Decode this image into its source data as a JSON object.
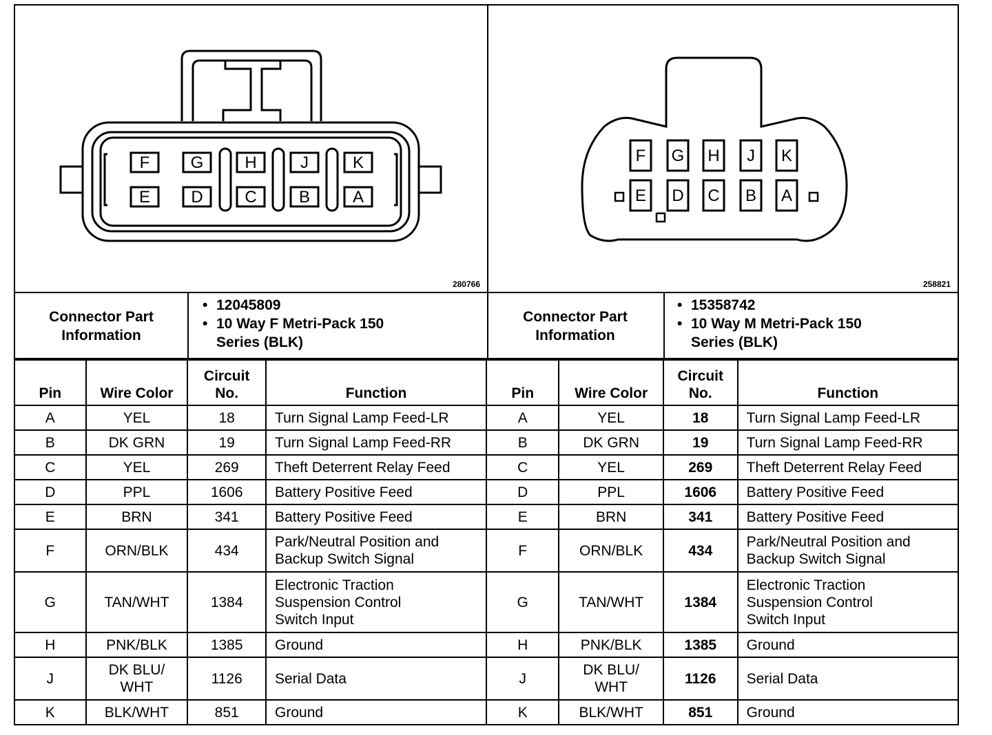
{
  "connectors": [
    {
      "figure_number": "280766",
      "part_info_label": "Connector Part Information",
      "part_info_items": [
        "12045809",
        "10 Way F Metri-Pack 150 Series (BLK)"
      ],
      "pin_labels_top": [
        "F",
        "G",
        "H",
        "J",
        "K"
      ],
      "pin_labels_bottom": [
        "E",
        "D",
        "C",
        "B",
        "A"
      ],
      "headers": {
        "pin": "Pin",
        "wire_color": "Wire Color",
        "circuit_line1": "Circuit",
        "circuit_line2": "No.",
        "function": "Function"
      },
      "rows": [
        {
          "pin": "A",
          "wire": "YEL",
          "circuit": "18",
          "function": [
            "Turn Signal Lamp Feed-LR"
          ]
        },
        {
          "pin": "B",
          "wire": "DK GRN",
          "circuit": "19",
          "function": [
            "Turn Signal Lamp Feed-RR"
          ]
        },
        {
          "pin": "C",
          "wire": "YEL",
          "circuit": "269",
          "function": [
            "Theft Deterrent Relay Feed"
          ]
        },
        {
          "pin": "D",
          "wire": "PPL",
          "circuit": "1606",
          "function": [
            "Battery Positive Feed"
          ]
        },
        {
          "pin": "E",
          "wire": "BRN",
          "circuit": "341",
          "function": [
            "Battery Positive Feed"
          ]
        },
        {
          "pin": "F",
          "wire": "ORN/BLK",
          "circuit": "434",
          "function": [
            "Park/Neutral Position and",
            "Backup Switch Signal"
          ]
        },
        {
          "pin": "G",
          "wire": "TAN/WHT",
          "circuit": "1384",
          "function": [
            "Electronic Traction",
            "Suspension Control",
            "Switch Input"
          ]
        },
        {
          "pin": "H",
          "wire": "PNK/BLK",
          "circuit": "1385",
          "function": [
            "Ground"
          ]
        },
        {
          "pin": "J",
          "wire": "DK BLU/ WHT",
          "circuit": "1126",
          "function": [
            "Serial Data"
          ]
        },
        {
          "pin": "K",
          "wire": "BLK/WHT",
          "circuit": "851",
          "function": [
            "Ground"
          ]
        }
      ]
    },
    {
      "figure_number": "258821",
      "part_info_label": "Connector Part Information",
      "part_info_items": [
        "15358742",
        "10 Way M Metri-Pack 150 Series (BLK)"
      ],
      "pin_labels_top": [
        "F",
        "G",
        "H",
        "J",
        "K"
      ],
      "pin_labels_bottom": [
        "E",
        "D",
        "C",
        "B",
        "A"
      ],
      "headers": {
        "pin": "Pin",
        "wire_color": "Wire Color",
        "circuit_line1": "Circuit",
        "circuit_line2": "No.",
        "function": "Function"
      },
      "rows": [
        {
          "pin": "A",
          "wire": "YEL",
          "circuit": "18",
          "function": [
            "Turn Signal Lamp Feed-LR"
          ]
        },
        {
          "pin": "B",
          "wire": "DK GRN",
          "circuit": "19",
          "function": [
            "Turn Signal Lamp Feed-RR"
          ]
        },
        {
          "pin": "C",
          "wire": "YEL",
          "circuit": "269",
          "function": [
            "Theft Deterrent Relay Feed"
          ]
        },
        {
          "pin": "D",
          "wire": "PPL",
          "circuit": "1606",
          "function": [
            "Battery Positive Feed"
          ]
        },
        {
          "pin": "E",
          "wire": "BRN",
          "circuit": "341",
          "function": [
            "Battery Positive Feed"
          ]
        },
        {
          "pin": "F",
          "wire": "ORN/BLK",
          "circuit": "434",
          "function": [
            "Park/Neutral Position and",
            "Backup Switch Signal"
          ]
        },
        {
          "pin": "G",
          "wire": "TAN/WHT",
          "circuit": "1384",
          "function": [
            "Electronic Traction",
            "Suspension Control",
            "Switch Input"
          ]
        },
        {
          "pin": "H",
          "wire": "PNK/BLK",
          "circuit": "1385",
          "function": [
            "Ground"
          ]
        },
        {
          "pin": "J",
          "wire": "DK BLU/ WHT",
          "circuit": "1126",
          "function": [
            "Serial Data"
          ]
        },
        {
          "pin": "K",
          "wire": "BLK/WHT",
          "circuit": "851",
          "function": [
            "Ground"
          ]
        }
      ]
    }
  ]
}
